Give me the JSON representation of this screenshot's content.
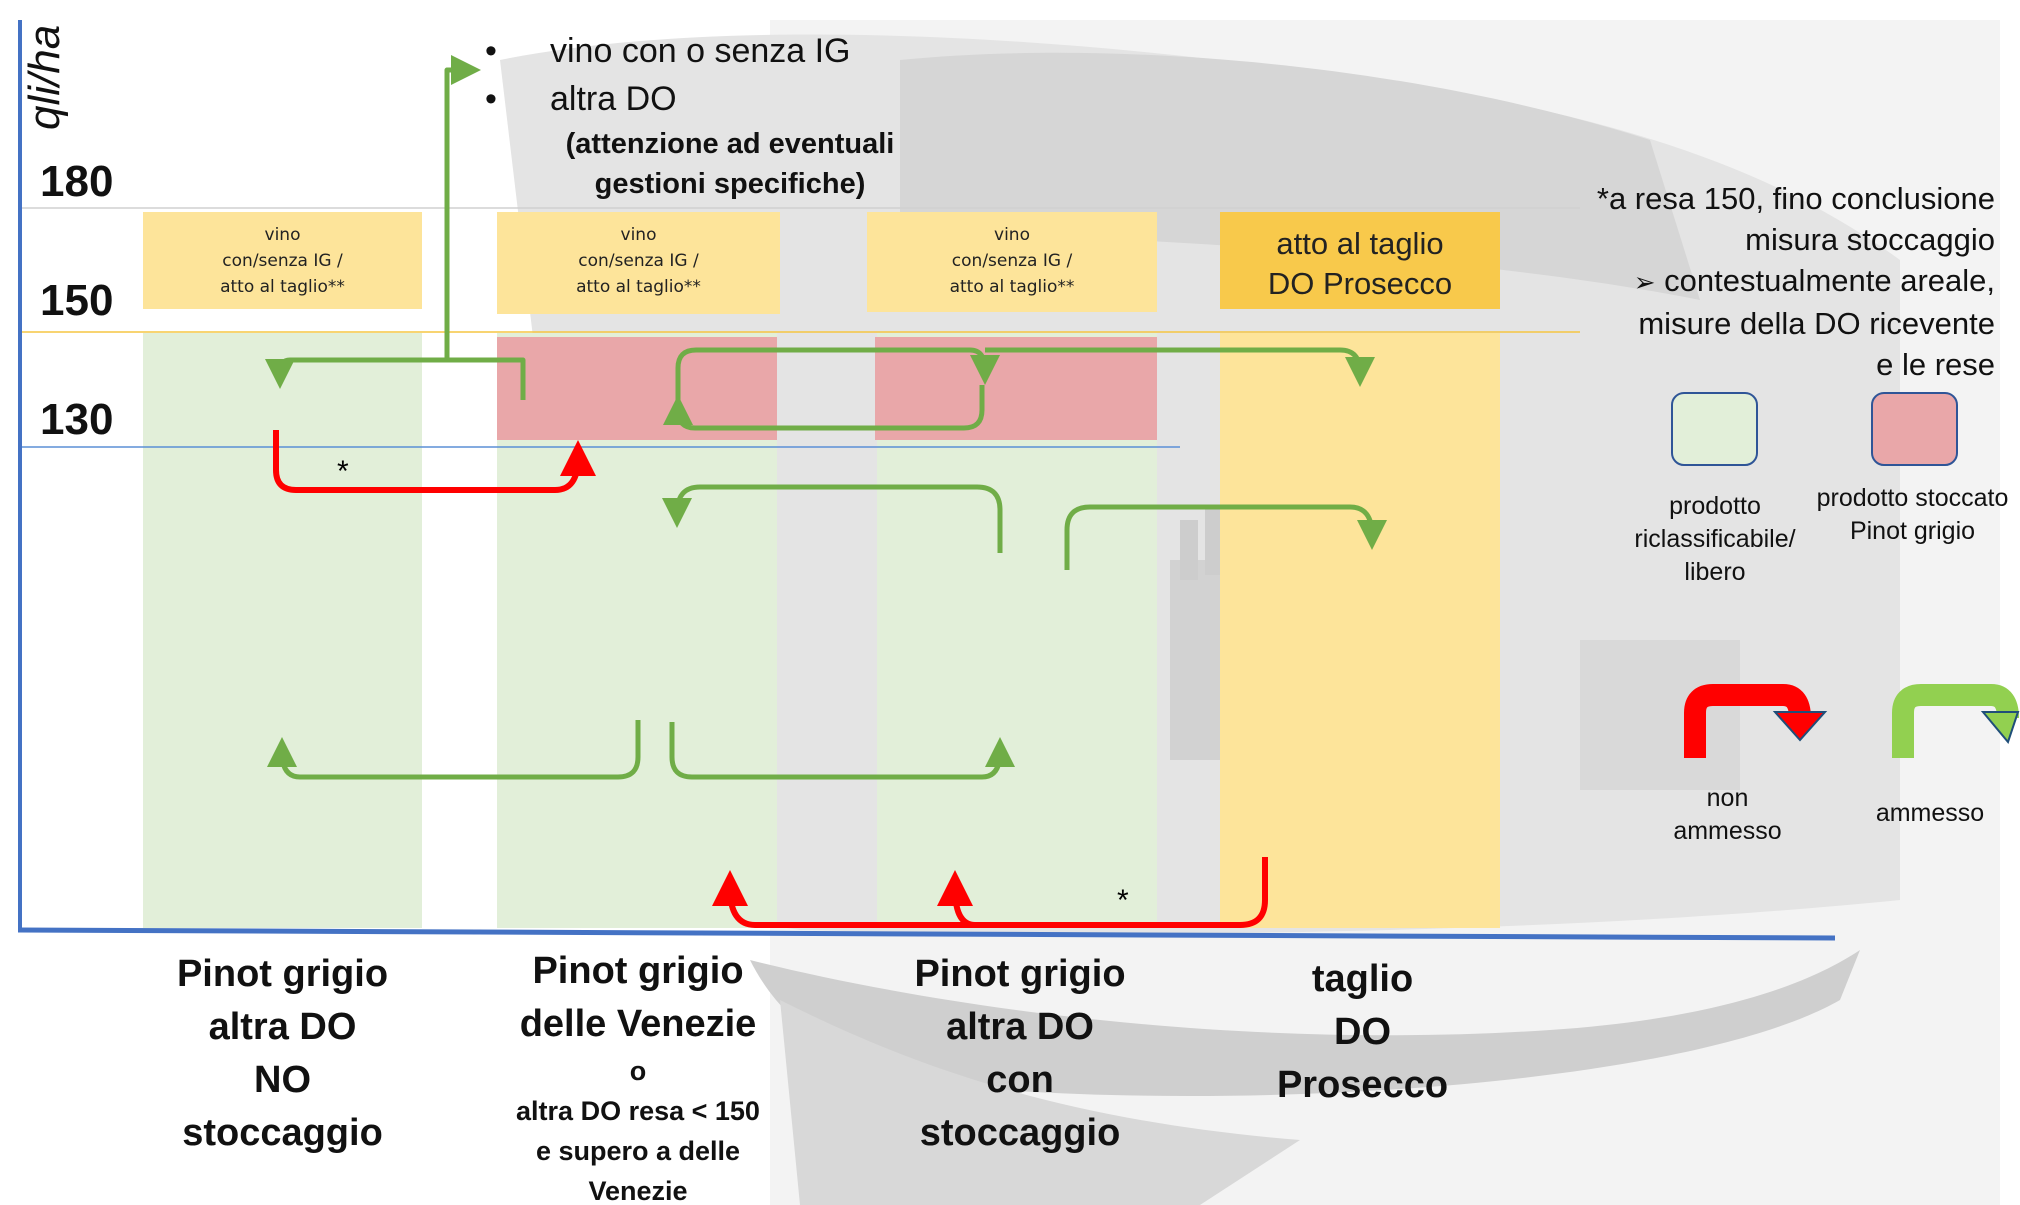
{
  "axis": {
    "ylabel": "qli/ha",
    "ticks": [
      "180",
      "150",
      "130"
    ]
  },
  "notes": {
    "bullets": [
      "vino con o senza IG",
      "altra DO"
    ],
    "warning": "(attenzione ad eventuali gestioni specifiche)"
  },
  "top_boxes": [
    "vino\ncon/senza IG /\natto al taglio**",
    "vino\ncon/senza IG /\natto al taglio**",
    "vino\ncon/senza IG /\natto al taglio**",
    "atto al taglio\nDO Prosecco"
  ],
  "asterisk": "*",
  "categories": [
    {
      "lines": [
        "Pinot grigio",
        "altra DO",
        "NO",
        "stoccaggio"
      ]
    },
    {
      "lines": [
        "Pinot grigio",
        "delle Venezie",
        "o",
        "altra DO resa < 150",
        "e supero a delle",
        "Venezie"
      ]
    },
    {
      "lines": [
        "Pinot grigio",
        "altra DO",
        "con",
        "stoccaggio"
      ]
    },
    {
      "lines": [
        "taglio",
        "DO",
        "Prosecco"
      ]
    }
  ],
  "footnote": {
    "lines": [
      "*a resa 150, fino conclusione",
      "misura stoccaggio",
      "contestualmente areale,",
      "misure della DO ricevente",
      "e le rese"
    ]
  },
  "legend": {
    "green": [
      "prodotto",
      "riclassificabile/",
      "libero"
    ],
    "red": [
      "prodotto stoccato",
      "Pinot grigio"
    ],
    "non_ammesso": [
      "non",
      "ammesso"
    ],
    "ammesso": "ammesso"
  },
  "colors": {
    "free_product": "#e2efd9",
    "stored_product": "#e9a7a9",
    "prosecco": "#fde49a",
    "allowed_arrow": "#70ad47",
    "not_allowed_arrow": "#ff0000",
    "axis": "#4472c4"
  }
}
